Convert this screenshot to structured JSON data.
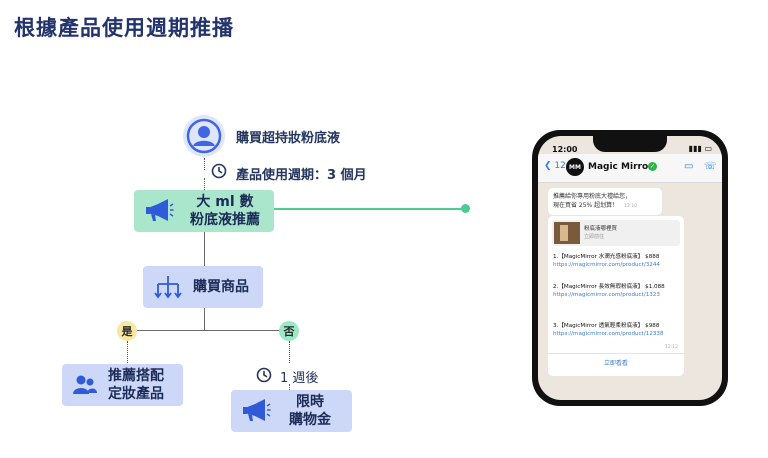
{
  "title": "根據產品使用週期推播",
  "flow": {
    "user_label": "購買超持妝粉底液",
    "cycle_label": "產品使用週期：3 個月",
    "push_box": {
      "line1": "大 ml 數",
      "line2": "粉底液推薦"
    },
    "purchase_box": "購買商品",
    "yes_label": "是",
    "no_label": "否",
    "yes_box": {
      "line1": "推薦搭配",
      "line2": "定妝產品"
    },
    "wait_label": "1 週後",
    "no_box": {
      "line1": "限時",
      "line2": "購物金"
    }
  },
  "phone": {
    "time": "12:00",
    "back_count": "12",
    "logo_text": "MM",
    "chat_name": "Magic Mirror",
    "msg1_line1": "推薦給你專用粉底大禮給您，",
    "msg1_line2": "現在買省 25% 超划算！",
    "msg1_time": "12:10",
    "preview_title": "粉底液哪裡買",
    "preview_sub": "立即前往",
    "items": [
      {
        "name": "1.【MagicMirror 水潤光感粉底液】 $888",
        "link": "https://magicmirror.com/product/3244"
      },
      {
        "name": "2.【MagicMirror 長效無瑕粉底液】 $1,088",
        "link": "https://magicmirror.com/product/1323"
      },
      {
        "name": "3.【MagicMirror 透氣輕柔粉底液】 $988",
        "link": "https://magicmirror.com/product/12338"
      }
    ],
    "msg2_time": "12:12",
    "view_button": "立即看看"
  },
  "colors": {
    "green_box": "#a9e6cc",
    "blue_box": "#cdd7f7",
    "accent_green": "#4ccb93",
    "yes_pill": "#f8e7a0",
    "no_pill": "#9ae8c4"
  }
}
